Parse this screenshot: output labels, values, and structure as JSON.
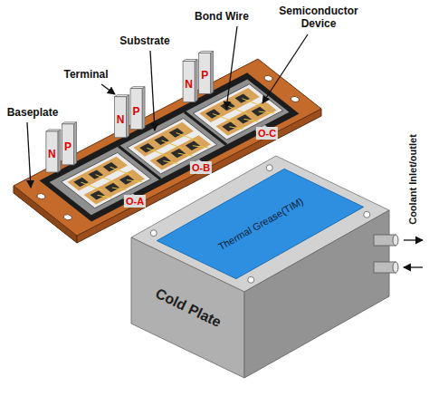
{
  "diagram": {
    "nodes": [
      {
        "text": [
          "Cold Plate"
        ]
      },
      {
        "text": [
          "Thermal Grease(TIM)"
        ],
        "in": 0
      }
    ],
    "labels": [
      "Bond Wire",
      "Semiconductor Device",
      "Substrate",
      "Terminal",
      "Baseplate",
      "N",
      "P",
      "N",
      "P",
      "N",
      "P",
      "O-A",
      "O-B",
      "O-C",
      "Coolant Inlet/outlet"
    ]
  }
}
